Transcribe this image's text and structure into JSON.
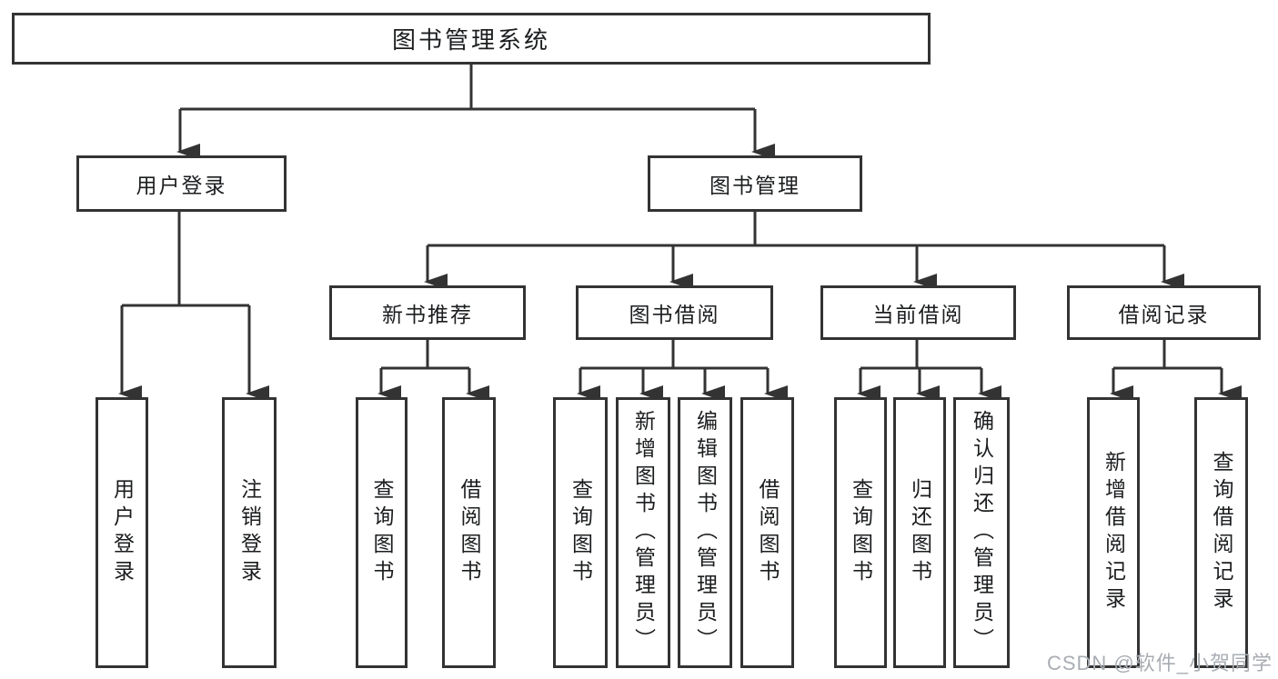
{
  "diagram": {
    "root": {
      "label": "图书管理系统"
    },
    "branches": [
      {
        "label": "用户登录",
        "children": [
          {
            "label": "用户登录"
          },
          {
            "label": "注销登录"
          }
        ]
      },
      {
        "label": "图书管理",
        "children": [
          {
            "label": "新书推荐",
            "children": [
              {
                "label": "查询图书"
              },
              {
                "label": "借阅图书"
              }
            ]
          },
          {
            "label": "图书借阅",
            "children": [
              {
                "label": "查询图书"
              },
              {
                "label": "新增图书（管理员）"
              },
              {
                "label": "编辑图书（管理员）"
              },
              {
                "label": "借阅图书"
              }
            ]
          },
          {
            "label": "当前借阅",
            "children": [
              {
                "label": "查询图书"
              },
              {
                "label": "归还图书"
              },
              {
                "label": "确认归还（管理员）"
              }
            ]
          },
          {
            "label": "借阅记录",
            "children": [
              {
                "label": "新增借阅记录"
              },
              {
                "label": "查询借阅记录"
              }
            ]
          }
        ]
      }
    ],
    "watermark": "CSDN @软件_小贺同学",
    "colors": {
      "line": "#333333",
      "box_border": "#333333",
      "text": "#1b1d1f",
      "watermark": "#a9adb3",
      "background": "#ffffff"
    }
  }
}
